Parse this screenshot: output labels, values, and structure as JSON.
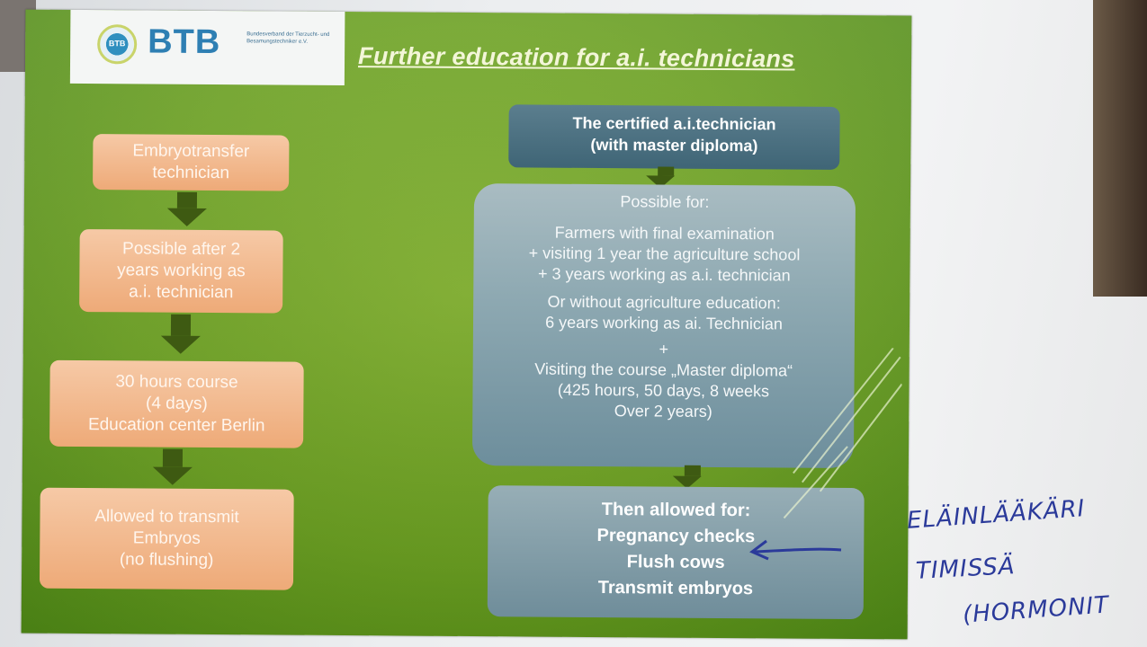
{
  "logo": {
    "badge": "BTB",
    "name": "BTB",
    "subtitle": "Bundesverband der Tierzucht- und Besamungstechniker e.V."
  },
  "title": "Further education for a.i. technicians",
  "left_column": [
    "Embryotransfer\ntechnician",
    "Possible after 2\nyears working as\na.i. technician",
    "30 hours course\n(4 days)\nEducation center Berlin",
    "Allowed to transmit\nEmbryos\n(no flushing)"
  ],
  "right_header": [
    "The certified a.i.technician",
    "(with master diploma)"
  ],
  "right_details": [
    "Possible for:",
    "Farmers with final examination",
    "+ visiting 1 year the agriculture school",
    "+ 3 years working as a.i. technician",
    "Or without agriculture education:",
    "6 years working as ai. Technician",
    "+",
    "Visiting the course „Master diploma“",
    "(425 hours, 50 days, 8 weeks",
    "Over 2 years)"
  ],
  "right_result": [
    "Then allowed for:",
    "Pregnancy checks",
    "Flush cows",
    "Transmit embryos"
  ],
  "handwriting": [
    "ELÄINLÄÄKÄRI",
    "TIMISSÄ",
    "(HORMONIT"
  ],
  "colors": {
    "slide_green": "#6aa01f",
    "orange_box": "#eeaa78",
    "blue_box": "#6b8a9a",
    "arrow": "#3e5a12",
    "pen_ink": "#2b3a9a"
  }
}
